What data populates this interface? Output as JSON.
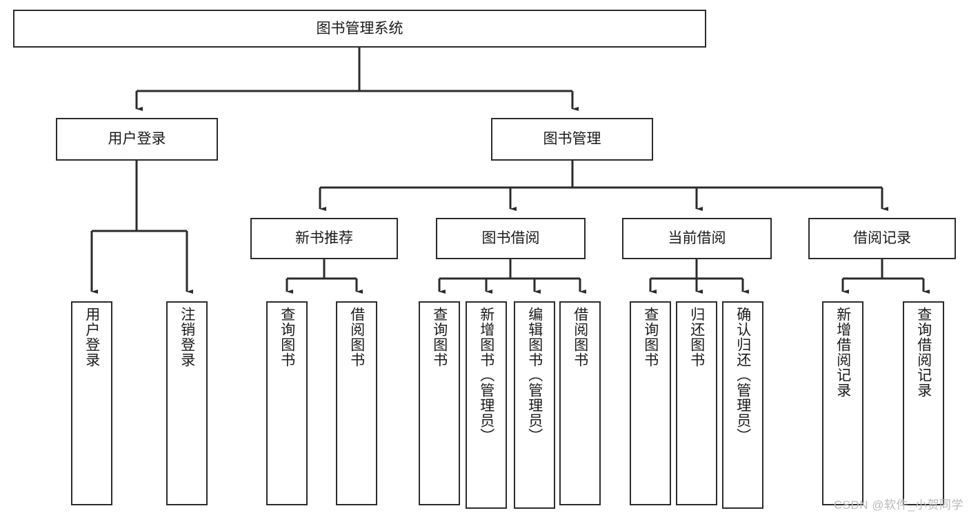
{
  "diagram": {
    "type": "tree",
    "title": "图书管理系统",
    "watermark": "CSDN @软件_小贺同学",
    "root": {
      "id": "root",
      "label": "图书管理系统"
    },
    "level2": [
      {
        "id": "user-login",
        "label": "用户登录"
      },
      {
        "id": "book-manage",
        "label": "图书管理"
      }
    ],
    "level3": [
      {
        "id": "new-book-rec",
        "label": "新书推荐",
        "parent": "book-manage"
      },
      {
        "id": "book-borrow",
        "label": "图书借阅",
        "parent": "book-manage"
      },
      {
        "id": "current-borrow",
        "label": "当前借阅",
        "parent": "book-manage"
      },
      {
        "id": "borrow-record",
        "label": "借阅记录",
        "parent": "book-manage"
      }
    ],
    "leaves": [
      {
        "id": "leaf-user-login",
        "label": "用户登录",
        "parent": "user-login"
      },
      {
        "id": "leaf-logout",
        "label": "注销登录",
        "parent": "user-login"
      },
      {
        "id": "leaf-rec-query-book",
        "label": "查询图书",
        "parent": "new-book-rec"
      },
      {
        "id": "leaf-rec-borrow-book",
        "label": "借阅图书",
        "parent": "new-book-rec"
      },
      {
        "id": "leaf-borrow-query-book",
        "label": "查询图书",
        "parent": "book-borrow"
      },
      {
        "id": "leaf-add-book",
        "label": "新增图书（管理员）",
        "parent": "book-borrow"
      },
      {
        "id": "leaf-edit-book",
        "label": "编辑图书（管理员）",
        "parent": "book-borrow"
      },
      {
        "id": "leaf-borrow-book",
        "label": "借阅图书",
        "parent": "book-borrow"
      },
      {
        "id": "leaf-cur-query-book",
        "label": "查询图书",
        "parent": "current-borrow"
      },
      {
        "id": "leaf-return-book",
        "label": "归还图书",
        "parent": "current-borrow"
      },
      {
        "id": "leaf-confirm-return",
        "label": "确认归还（管理员）",
        "parent": "current-borrow"
      },
      {
        "id": "leaf-add-record",
        "label": "新增借阅记录",
        "parent": "borrow-record"
      },
      {
        "id": "leaf-query-record",
        "label": "查询借阅记录",
        "parent": "borrow-record"
      }
    ],
    "colors": {
      "stroke": "#2b2b2b",
      "fill": "#ffffff",
      "text": "#1a1a1a",
      "watermark": "#b9b9b9"
    }
  }
}
